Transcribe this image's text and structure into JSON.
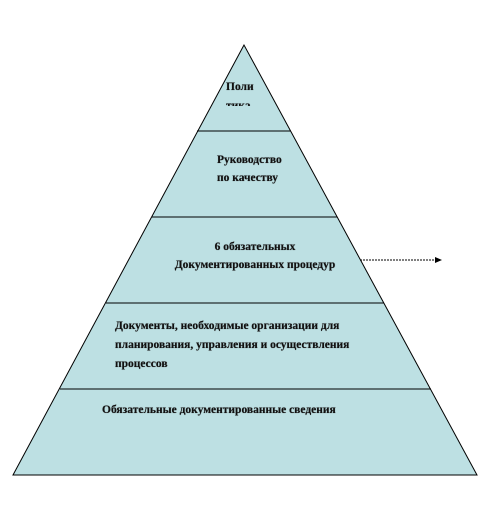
{
  "diagram": {
    "levels": [
      {
        "id": "policy",
        "text": "Поли\nтика"
      },
      {
        "id": "quality-manual",
        "text": "Руководство\nпо качеству"
      },
      {
        "id": "mandatory-procedures",
        "text": "6 обязательных\nДокументированных процедур"
      },
      {
        "id": "planning-documents",
        "text": "Документы, необходимые организации для\nпланирования, управления и осуществления\nпроцессов"
      },
      {
        "id": "mandatory-records",
        "text": "Обязательные документированные сведения"
      }
    ],
    "colors": {
      "fill": "#bde0e3",
      "stroke": "#000000"
    }
  }
}
